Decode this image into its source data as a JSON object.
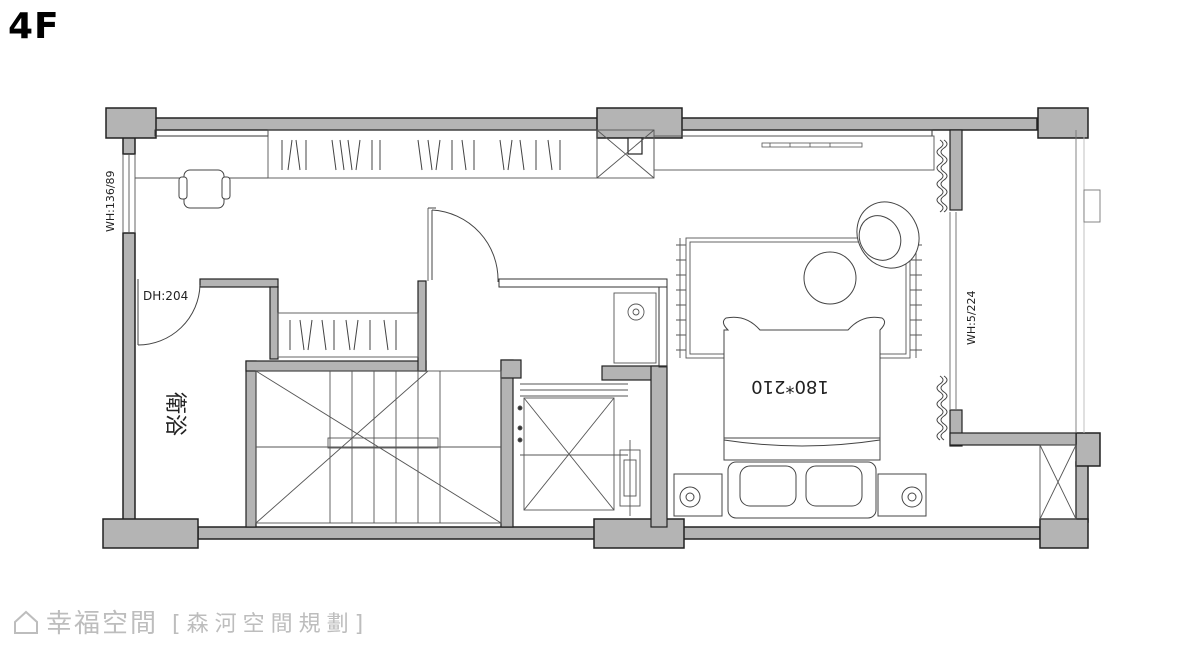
{
  "floor_label": "4F",
  "annotations": {
    "window_left": "WH:136/89",
    "door_height": "DH:204",
    "window_right": "WH:5/224",
    "bed_size": "180*210",
    "room_bath": "衛浴"
  },
  "watermark": {
    "brand": "幸福空間",
    "studio": "[森河空間規劃]",
    "logo_icon": "house-outline-icon"
  },
  "colors": {
    "wall_fill": "#b4b4b4",
    "wall_stroke": "#222222",
    "line": "#333333",
    "watermark": "#bdbdbd"
  }
}
